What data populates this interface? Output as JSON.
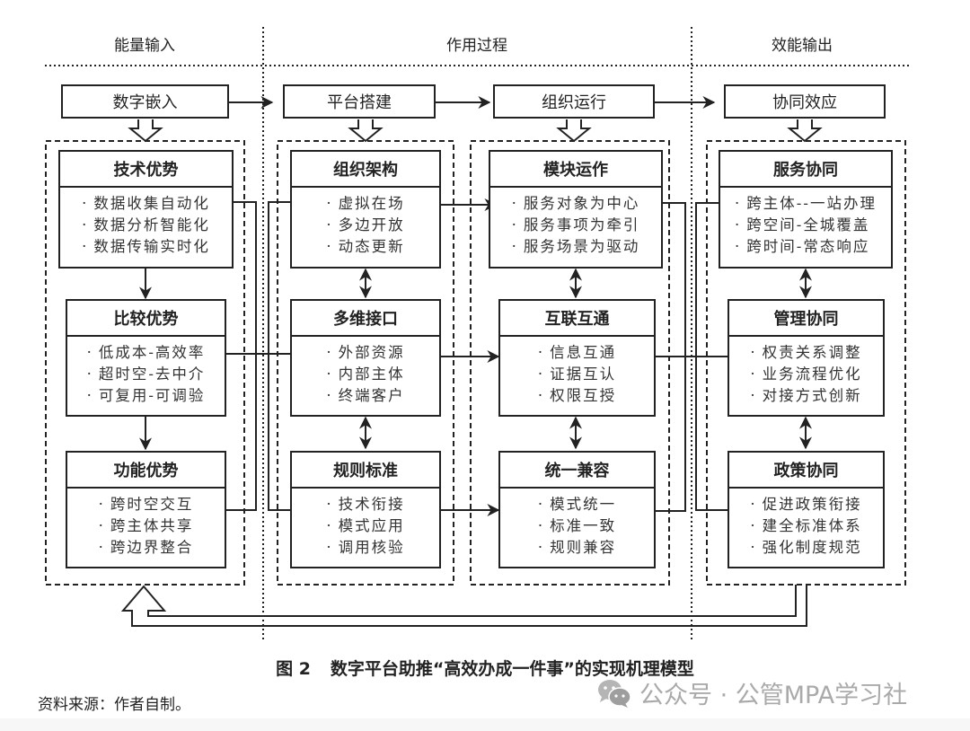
{
  "phases": [
    {
      "label": "能量输入"
    },
    {
      "label": "作用过程"
    },
    {
      "label": "效能输出"
    }
  ],
  "top_flow": [
    {
      "label": "数字嵌入"
    },
    {
      "label": "平台搭建"
    },
    {
      "label": "组织运行"
    },
    {
      "label": "协同效应"
    }
  ],
  "columns": [
    {
      "cards": [
        {
          "title": "技术优势",
          "items": [
            "数据收集自动化",
            "数据分析智能化",
            "数据传输实时化"
          ]
        },
        {
          "title": "比较优势",
          "items": [
            "低成本-高效率",
            "超时空-去中介",
            "可复用-可调验"
          ]
        },
        {
          "title": "功能优势",
          "items": [
            "跨时空交互",
            "跨主体共享",
            "跨边界整合"
          ]
        }
      ]
    },
    {
      "cards": [
        {
          "title": "组织架构",
          "items": [
            "虚拟在场",
            "多边开放",
            "动态更新"
          ]
        },
        {
          "title": "多维接口",
          "items": [
            "外部资源",
            "内部主体",
            "终端客户"
          ]
        },
        {
          "title": "规则标准",
          "items": [
            "技术衔接",
            "模式应用",
            "调用核验"
          ]
        }
      ]
    },
    {
      "cards": [
        {
          "title": "模块运作",
          "items": [
            "服务对象为中心",
            "服务事项为牵引",
            "服务场景为驱动"
          ]
        },
        {
          "title": "互联互通",
          "items": [
            "信息互通",
            "证据互认",
            "权限互授"
          ]
        },
        {
          "title": "统一兼容",
          "items": [
            "模式统一",
            "标准一致",
            "规则兼容"
          ]
        }
      ]
    },
    {
      "cards": [
        {
          "title": "服务协同",
          "items": [
            "跨主体--一站办理",
            "跨空间-全城覆盖",
            "跨时间-常态响应"
          ]
        },
        {
          "title": "管理协同",
          "items": [
            "权责关系调整",
            "业务流程优化",
            "对接方式创新"
          ]
        },
        {
          "title": "政策协同",
          "items": [
            "促进政策衔接",
            "建全标准体系",
            "强化制度规范"
          ]
        }
      ]
    }
  ],
  "caption": {
    "figure_no": "图 2",
    "title": "数字平台助推“高效办成一件事”的实现机理模型"
  },
  "source": "资料来源：作者自制。",
  "watermark": {
    "icon": "wechat-icon",
    "text": "公众号 · 公管MPA学习社"
  },
  "colors": {
    "line": "#222222",
    "watermark": "#aaaaaa"
  }
}
